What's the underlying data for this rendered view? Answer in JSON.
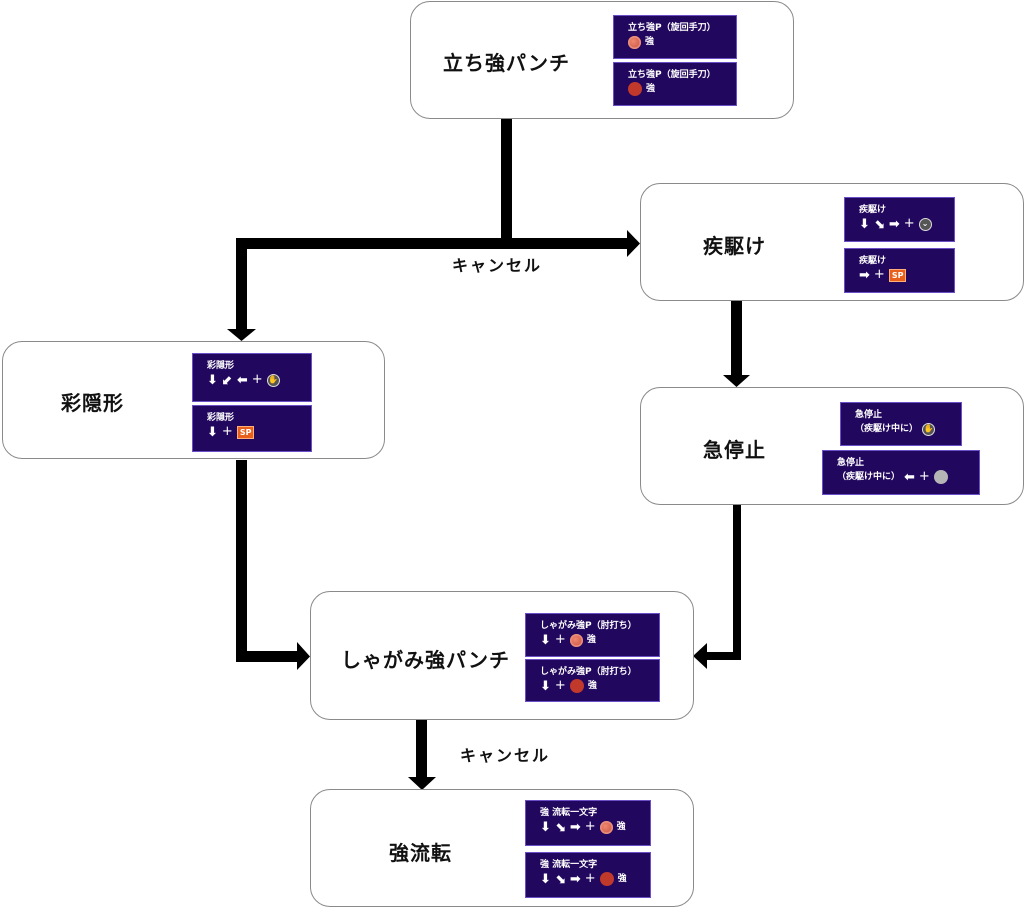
{
  "diagram": {
    "nodes": [
      {
        "id": "standing-heavy-punch",
        "title": "立ち強パンチ",
        "commands": [
          {
            "name": "立ち強P（旋回手刀）",
            "input": [
              {
                "type": "heavy-button-icon"
              },
              {
                "type": "text",
                "value": "強"
              }
            ]
          },
          {
            "name": "立ち強P（旋回手刀）",
            "input": [
              {
                "type": "heavy-circle-icon"
              },
              {
                "type": "text",
                "value": "強"
              }
            ]
          }
        ]
      },
      {
        "id": "dash",
        "title": "疾駆け",
        "commands": [
          {
            "name": "疾駆け",
            "input": [
              {
                "type": "arrow",
                "value": "⬇"
              },
              {
                "type": "arrow",
                "value": "⬊"
              },
              {
                "type": "arrow",
                "value": "➡"
              },
              {
                "type": "plus",
                "value": "+"
              },
              {
                "type": "gray-button-icon"
              }
            ]
          },
          {
            "name": "疾駆け",
            "input": [
              {
                "type": "arrow",
                "value": "➡"
              },
              {
                "type": "plus",
                "value": "+"
              },
              {
                "type": "sp-icon",
                "value": "SP"
              }
            ]
          }
        ]
      },
      {
        "id": "saiongyou",
        "title": "彩隠形",
        "commands": [
          {
            "name": "彩隠形",
            "input": [
              {
                "type": "arrow",
                "value": "⬇"
              },
              {
                "type": "arrow",
                "value": "⬋"
              },
              {
                "type": "arrow",
                "value": "⬅"
              },
              {
                "type": "plus",
                "value": "+"
              },
              {
                "type": "gray-button-icon"
              }
            ]
          },
          {
            "name": "彩隠形",
            "input": [
              {
                "type": "arrow",
                "value": "⬇"
              },
              {
                "type": "plus",
                "value": "+"
              },
              {
                "type": "sp-icon",
                "value": "SP"
              }
            ]
          }
        ]
      },
      {
        "id": "quick-stop",
        "title": "急停止",
        "commands": [
          {
            "name": "急停止",
            "input": [
              {
                "type": "text",
                "value": "（疾駆け中に）"
              },
              {
                "type": "gray-button-icon"
              }
            ]
          },
          {
            "name": "急停止",
            "input": [
              {
                "type": "text",
                "value": "（疾駆け中に）"
              },
              {
                "type": "arrow",
                "value": "⬅"
              },
              {
                "type": "plus",
                "value": "+"
              },
              {
                "type": "gray-circle-icon"
              }
            ]
          }
        ]
      },
      {
        "id": "crouching-heavy-punch",
        "title": "しゃがみ強パンチ",
        "commands": [
          {
            "name": "しゃがみ強P（肘打ち）",
            "input": [
              {
                "type": "arrow",
                "value": "⬇"
              },
              {
                "type": "plus",
                "value": "+"
              },
              {
                "type": "heavy-button-icon"
              },
              {
                "type": "text",
                "value": "強"
              }
            ]
          },
          {
            "name": "しゃがみ強P（肘打ち）",
            "input": [
              {
                "type": "arrow",
                "value": "⬇"
              },
              {
                "type": "plus",
                "value": "+"
              },
              {
                "type": "heavy-circle-icon"
              },
              {
                "type": "text",
                "value": "強"
              }
            ]
          }
        ]
      },
      {
        "id": "kyouryuuten",
        "title": "強流転",
        "commands": [
          {
            "name": "強 流転一文字",
            "input": [
              {
                "type": "arrow",
                "value": "⬇"
              },
              {
                "type": "arrow",
                "value": "⬊"
              },
              {
                "type": "arrow",
                "value": "➡"
              },
              {
                "type": "plus",
                "value": "+"
              },
              {
                "type": "heavy-button-icon"
              },
              {
                "type": "text",
                "value": "強"
              }
            ]
          },
          {
            "name": "強 流転一文字",
            "input": [
              {
                "type": "arrow",
                "value": "⬇"
              },
              {
                "type": "arrow",
                "value": "⬊"
              },
              {
                "type": "arrow",
                "value": "➡"
              },
              {
                "type": "plus",
                "value": "+"
              },
              {
                "type": "heavy-circle-icon"
              },
              {
                "type": "text",
                "value": "強"
              }
            ]
          }
        ]
      }
    ],
    "edge_labels": {
      "cancel_top": "キャンセル",
      "cancel_bottom": "キャンセル"
    },
    "edges": [
      {
        "from": "standing-heavy-punch",
        "to": "dash"
      },
      {
        "from": "standing-heavy-punch",
        "to": "saiongyou"
      },
      {
        "from": "dash",
        "to": "quick-stop"
      },
      {
        "from": "saiongyou",
        "to": "crouching-heavy-punch"
      },
      {
        "from": "quick-stop",
        "to": "crouching-heavy-punch"
      },
      {
        "from": "crouching-heavy-punch",
        "to": "kyouryuuten"
      }
    ],
    "colors": {
      "panel_bg": "#22075e",
      "panel_border": "#6a4fc7",
      "heavy_red": "#c0392b",
      "sp_orange": "#e8601c",
      "arrow": "#000000"
    }
  }
}
